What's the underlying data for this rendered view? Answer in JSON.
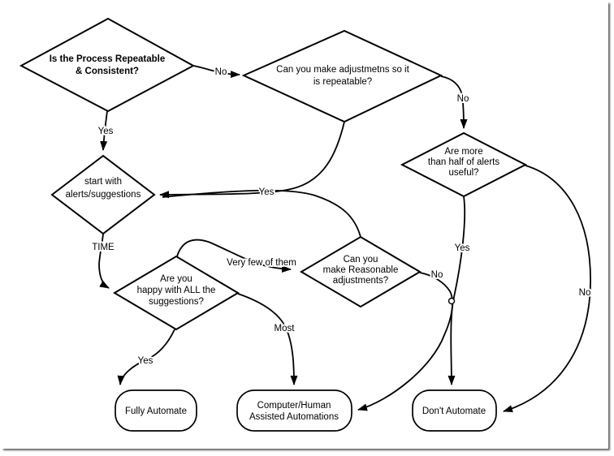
{
  "diagram": {
    "title_hint": "automation-decision-flowchart",
    "colors": {
      "background": "#ffffff",
      "stroke": "#000000",
      "node_fill": "#ffffff"
    },
    "nodes": {
      "repeatable": {
        "shape": "decision",
        "lines": [
          "Is the Process Repeatable",
          "& Consistent?"
        ]
      },
      "make_adjustments_repeatable": {
        "shape": "decision",
        "lines": [
          "Can you make adjustmetns so it",
          "is repeatable?"
        ]
      },
      "alerts_useful": {
        "shape": "decision",
        "lines": [
          "Are more",
          "than half of alerts",
          "useful?"
        ]
      },
      "start_alerts": {
        "shape": "decision",
        "lines": [
          "start with",
          "alerts/suggestions"
        ]
      },
      "reasonable_adjustments": {
        "shape": "decision",
        "lines": [
          "Can you",
          "make Reasonable",
          "adjustments?"
        ]
      },
      "happy_suggestions": {
        "shape": "decision",
        "lines": [
          "Are you",
          "happy with ALL the",
          "suggestions?"
        ]
      },
      "fully_automate": {
        "shape": "terminal",
        "lines": [
          "Fully Automate"
        ]
      },
      "computer_human": {
        "shape": "terminal",
        "lines": [
          "Computer/Human",
          "Assisted Automations"
        ]
      },
      "dont_automate": {
        "shape": "terminal",
        "lines": [
          "Don't Automate"
        ]
      }
    },
    "edge_labels": {
      "repeatable_no": "No",
      "repeatable_yes": "Yes",
      "adjustable_no": "No",
      "merge_yes": "Yes",
      "time": "TIME",
      "very_few": "Very few of them",
      "most": "Most",
      "happy_yes": "Yes",
      "useful_yes": "Yes",
      "reasonable_no": "No",
      "useful_no": "No"
    }
  }
}
